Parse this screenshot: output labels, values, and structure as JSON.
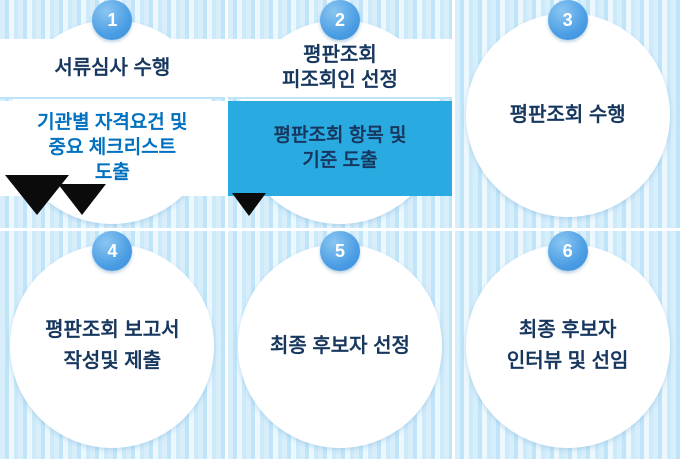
{
  "diagram_title": "executive-search-process-steps",
  "steps": [
    {
      "number": "1",
      "title": "서류심사 수행",
      "detail": "기관별 자격요건 및\n중요 체크리스트\n도출"
    },
    {
      "number": "2",
      "title": "평판조회\n피조회인 선정",
      "detail": "평판조회 항목 및\n기준 도출"
    },
    {
      "number": "3",
      "title": "평판조회  수행"
    },
    {
      "number": "4",
      "title": "평판조회  보고서\n작성및 제출"
    },
    {
      "number": "5",
      "title": "최종 후보자 선정"
    },
    {
      "number": "6",
      "title": "최종 후보자\n인터뷰 및 선임"
    }
  ],
  "colors": {
    "stripe_light": "#ecf8fe",
    "stripe_base": "#d8eefb",
    "stripe_dark": "#c0e5f9",
    "badge_blue": "#4a9de4",
    "title_navy": "#17375E",
    "detail_box_blue": "#29ABE2",
    "detail_text_blue": "#0070C0",
    "circle_white": "#ffffff"
  }
}
